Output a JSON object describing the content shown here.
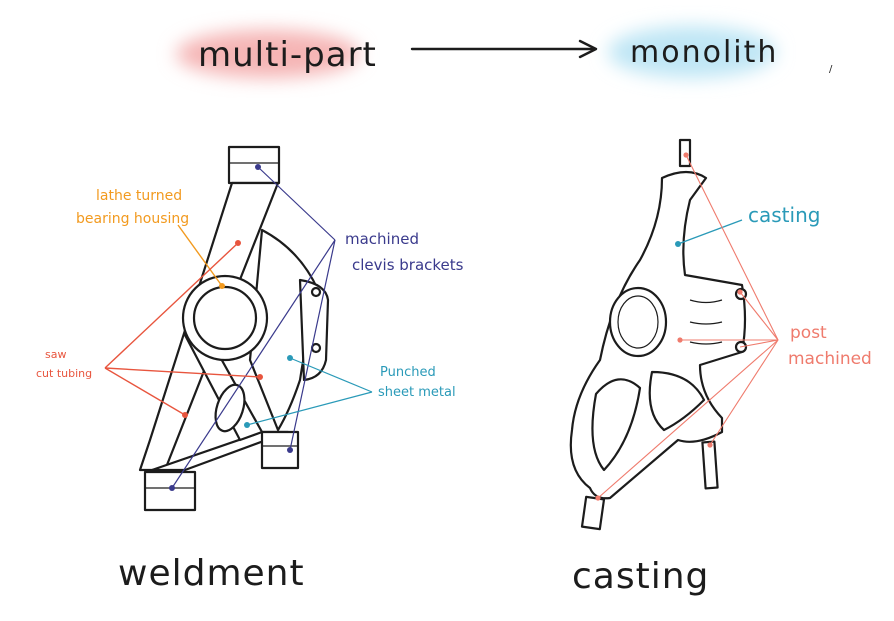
{
  "header": {
    "left": "multi-part",
    "right": "monolith"
  },
  "weldment": {
    "caption": "weldment",
    "labels": {
      "bearing_l1": "lathe turned",
      "bearing_l2": "bearing housing",
      "clevis_l1": "machined",
      "clevis_l2": "clevis brackets",
      "tubing_l1": "saw",
      "tubing_l2": "cut tubing",
      "sheet_l1": "Punched",
      "sheet_l2": "sheet metal"
    }
  },
  "casting": {
    "caption": "casting",
    "labels": {
      "casting": "casting",
      "post_l1": "post",
      "post_l2": "machined"
    }
  },
  "colors": {
    "header_left_blob": "#f5b5b5",
    "header_right_blob": "#bfe6f5",
    "orange": "#f29a1f",
    "navy": "#3a3a8c",
    "red": "#e8553e",
    "teal": "#2a9ab8",
    "salmon": "#ef7b6d",
    "ink": "#1c1c1c"
  }
}
